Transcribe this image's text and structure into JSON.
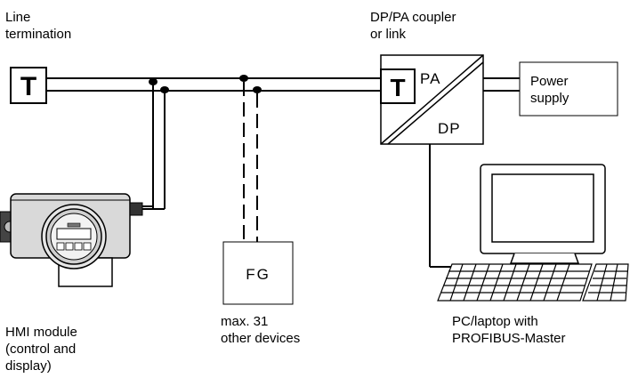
{
  "labels": {
    "line_termination": "Line\ntermination",
    "coupler": "DP/PA coupler\nor link",
    "power_supply": "Power\nsupply",
    "hmi_module": "HMI module\n(control and\ndisplay)",
    "other_devices": "max. 31\nother devices",
    "pc_laptop": "PC/laptop with\nPROFIBUS-Master"
  },
  "blocks": {
    "termination_left": "T",
    "termination_coupler": "T",
    "coupler_pa": "PA",
    "coupler_dp": "DP",
    "field_device": "FG"
  },
  "colors": {
    "line": "#000000",
    "device_fill": "#d9d9d9",
    "bus_fill": "#ffffff"
  }
}
